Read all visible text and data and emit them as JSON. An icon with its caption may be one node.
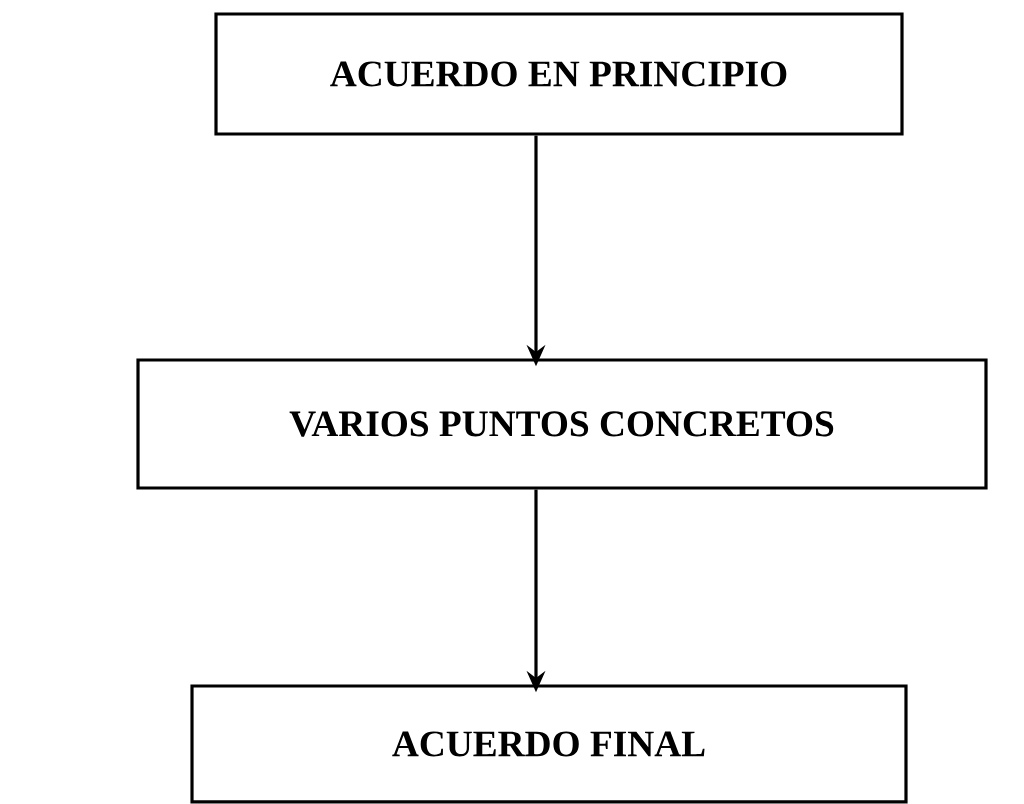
{
  "diagram": {
    "nodes": [
      {
        "text": [
          "ACUERDO EN PRINCIPIO"
        ]
      },
      {
        "text": [
          "VARIOS PUNTOS CONCRETOS"
        ]
      },
      {
        "text": [
          "ACUERDO FINAL"
        ]
      }
    ],
    "edges": [
      {
        "from": 0,
        "to": 1,
        "arrow": "to"
      },
      {
        "from": 1,
        "to": 2,
        "arrow": "to"
      }
    ]
  }
}
